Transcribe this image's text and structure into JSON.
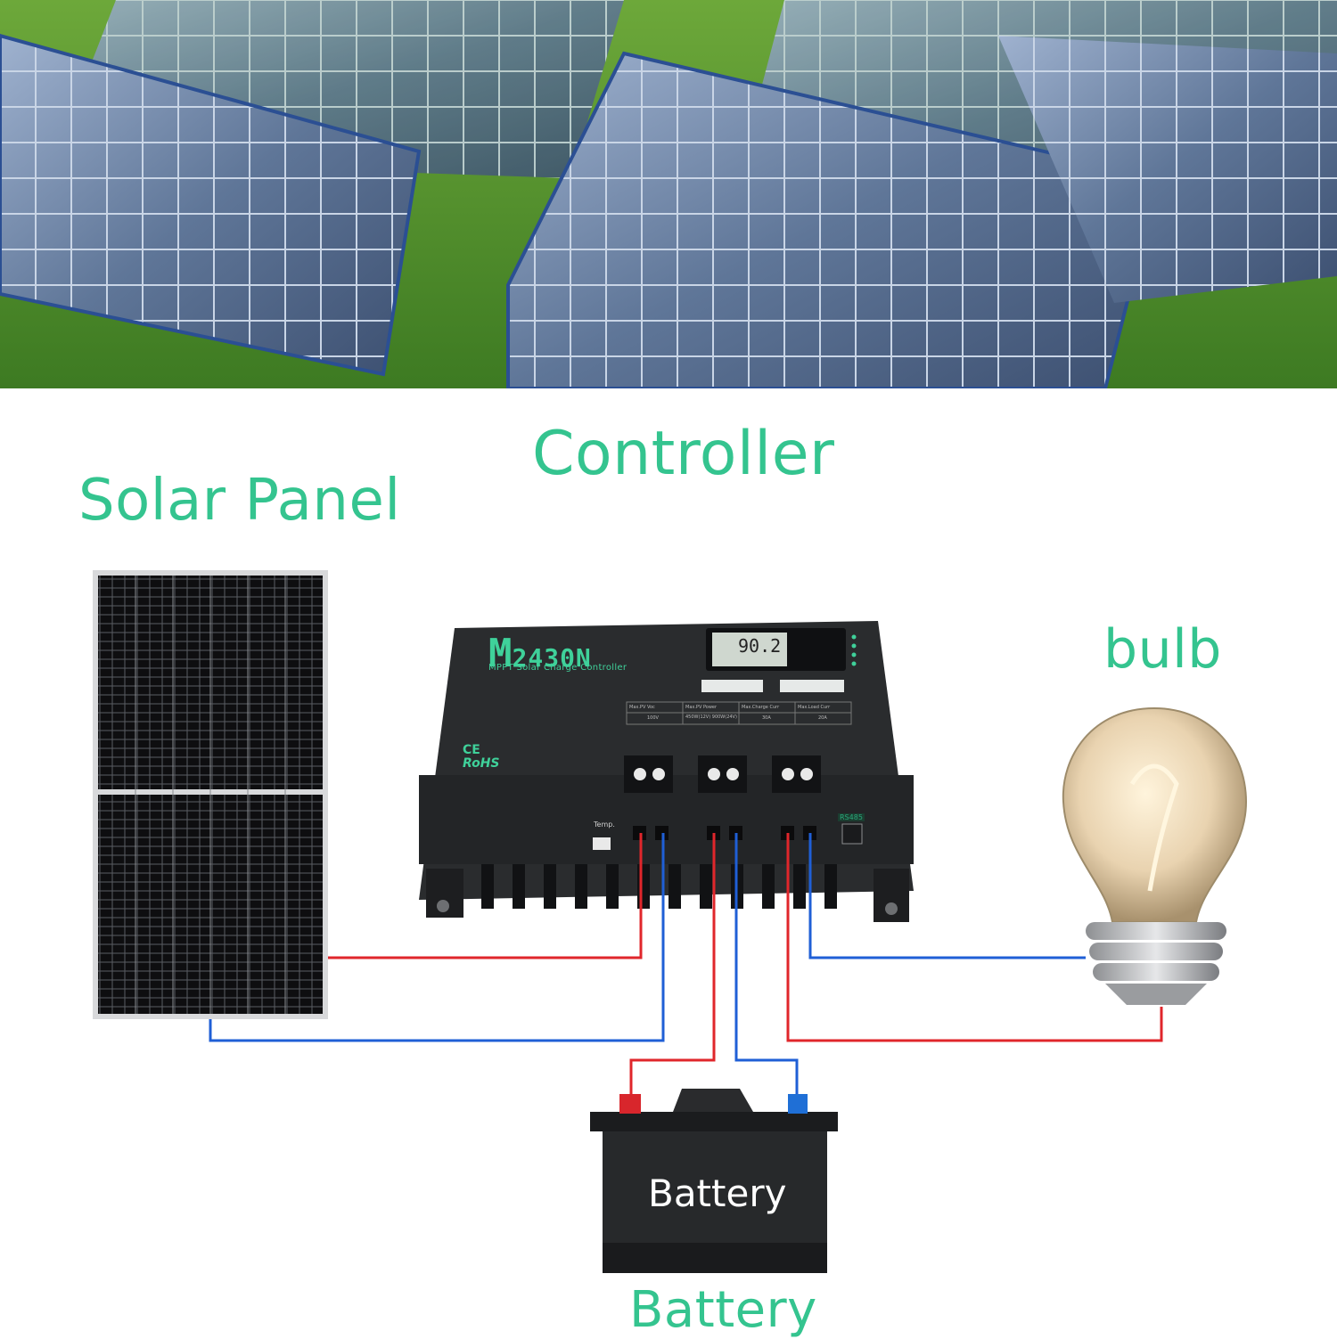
{
  "labels": {
    "controller": "Controller",
    "solar_panel": "Solar Panel",
    "bulb": "bulb",
    "battery_bottom": "Battery"
  },
  "controller": {
    "model_prefix": "M",
    "model_number": "2430N",
    "subtitle": "MPPT Solar Charge Controller",
    "lcd_reading": "90.2",
    "ce_mark": "CE",
    "rohs_mark": "RoHS",
    "temp_label": "Temp.",
    "rs485_label": "RS485",
    "spec_headers": [
      "Max.PV Voc",
      "Max.PV Power",
      "Max.Charge Curr",
      "Max.Load Curr"
    ],
    "spec_values": [
      "100V",
      "450W(12V) 900W(24V)",
      "30A",
      "20A"
    ]
  },
  "battery": {
    "label": "Battery"
  },
  "colors": {
    "label": "#34c48f",
    "positive_wire": "#e0262b",
    "negative_wire": "#1f5fd6",
    "controller_body": "#2a2c2e"
  }
}
